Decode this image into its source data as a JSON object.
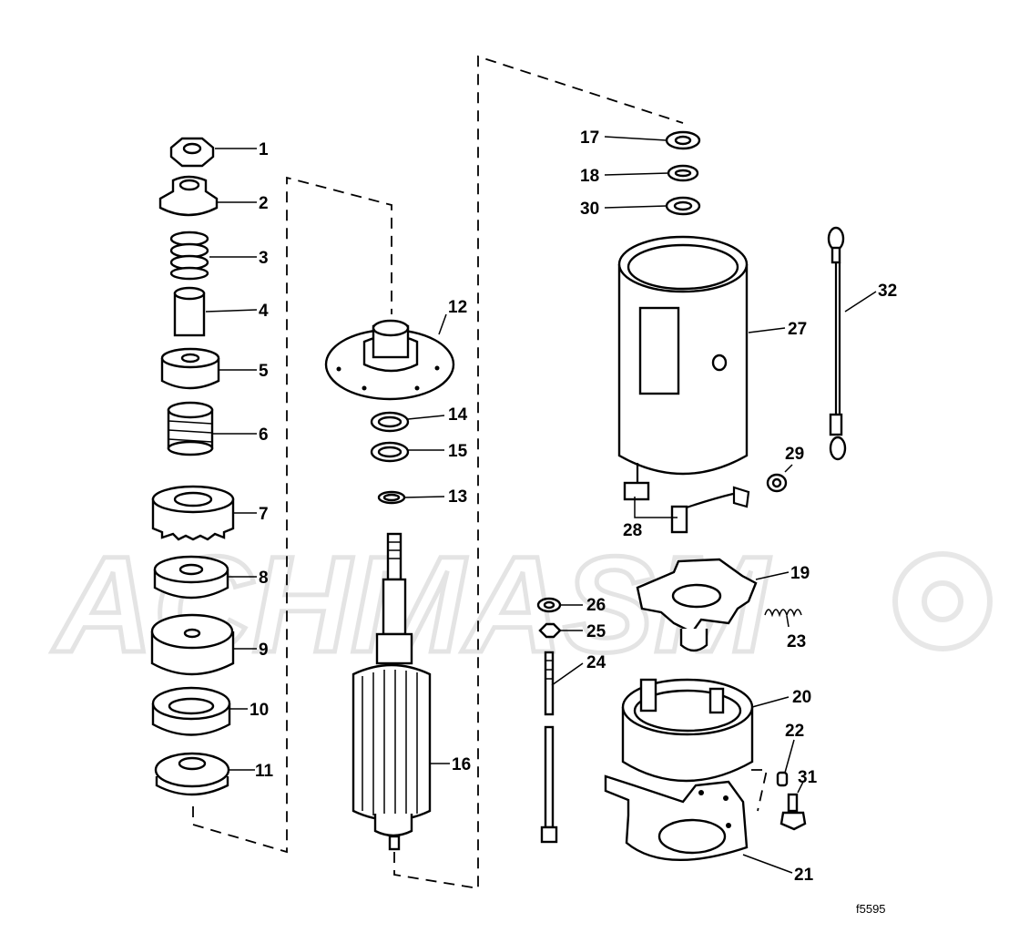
{
  "watermark": "ACHMASM",
  "figure_code": "f5595",
  "callouts": [
    "1",
    "2",
    "3",
    "4",
    "5",
    "6",
    "7",
    "8",
    "9",
    "10",
    "11",
    "12",
    "13",
    "14",
    "15",
    "16",
    "17",
    "18",
    "19",
    "20",
    "21",
    "22",
    "23",
    "24",
    "25",
    "26",
    "27",
    "28",
    "29",
    "30",
    "31",
    "32"
  ]
}
